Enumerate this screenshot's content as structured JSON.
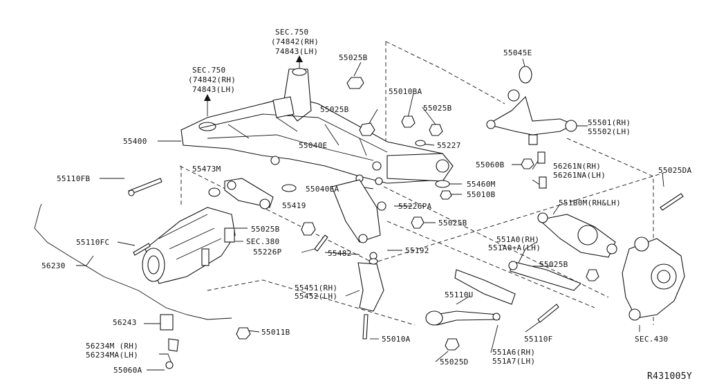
{
  "diagram": {
    "ref_code": "R431005Y",
    "labels": {
      "sec750_a": "SEC.750",
      "p74842_a": "(74842(RH)",
      "p74843_a": "74843(LH)",
      "sec750_b": "SEC.750",
      "p74842_b": "(74842(RH)",
      "p74843_b": "74843(LH)",
      "p55025b_1": "55025B",
      "p55045e": "55045E",
      "p55010ba": "55010BA",
      "p55025b_2": "55025B",
      "p55025b_3": "55025B",
      "p55501": "55501(RH)",
      "p55502": "55502(LH)",
      "p55400": "55400",
      "p55040e": "55040E",
      "p55227": "55227",
      "p55060b": "55060B",
      "p56261n": "56261N(RH)",
      "p56261na": "56261NA(LH)",
      "p55025da": "55025DA",
      "p55473m": "55473M",
      "p55110fb": "55110FB",
      "p55040ea": "55040EA",
      "p55460m": "55460M",
      "p55010b": "55010B",
      "p55419": "55419",
      "p55226pa": "55226PA",
      "p551b0m": "551B0M(RH&LH)",
      "p55025b_4": "55025B",
      "p55025b_5": "55025B",
      "sec380": "SEC.380",
      "p55110fc": "55110FC",
      "p551a0": "551A0(RH)",
      "p551a0a": "551A0+A(LH)",
      "p55226p": "55226P",
      "p55482": "55482",
      "p55192": "55192",
      "p56230": "56230",
      "p55025b_6": "55025B",
      "p55451": "55451(RH)",
      "p55452": "55452(LH)",
      "p55110u": "55110U",
      "p56243": "56243",
      "p55011b": "55011B",
      "p55110f": "55110F",
      "sec430": "SEC.430",
      "p56234m": "56234M (RH)",
      "p56234ma": "56234MA(LH)",
      "p55010a": "55010A",
      "p55025d": "55025D",
      "p551a6": "551A6(RH)",
      "p551a7": "551A7(LH)",
      "p55060a": "55060A"
    }
  }
}
